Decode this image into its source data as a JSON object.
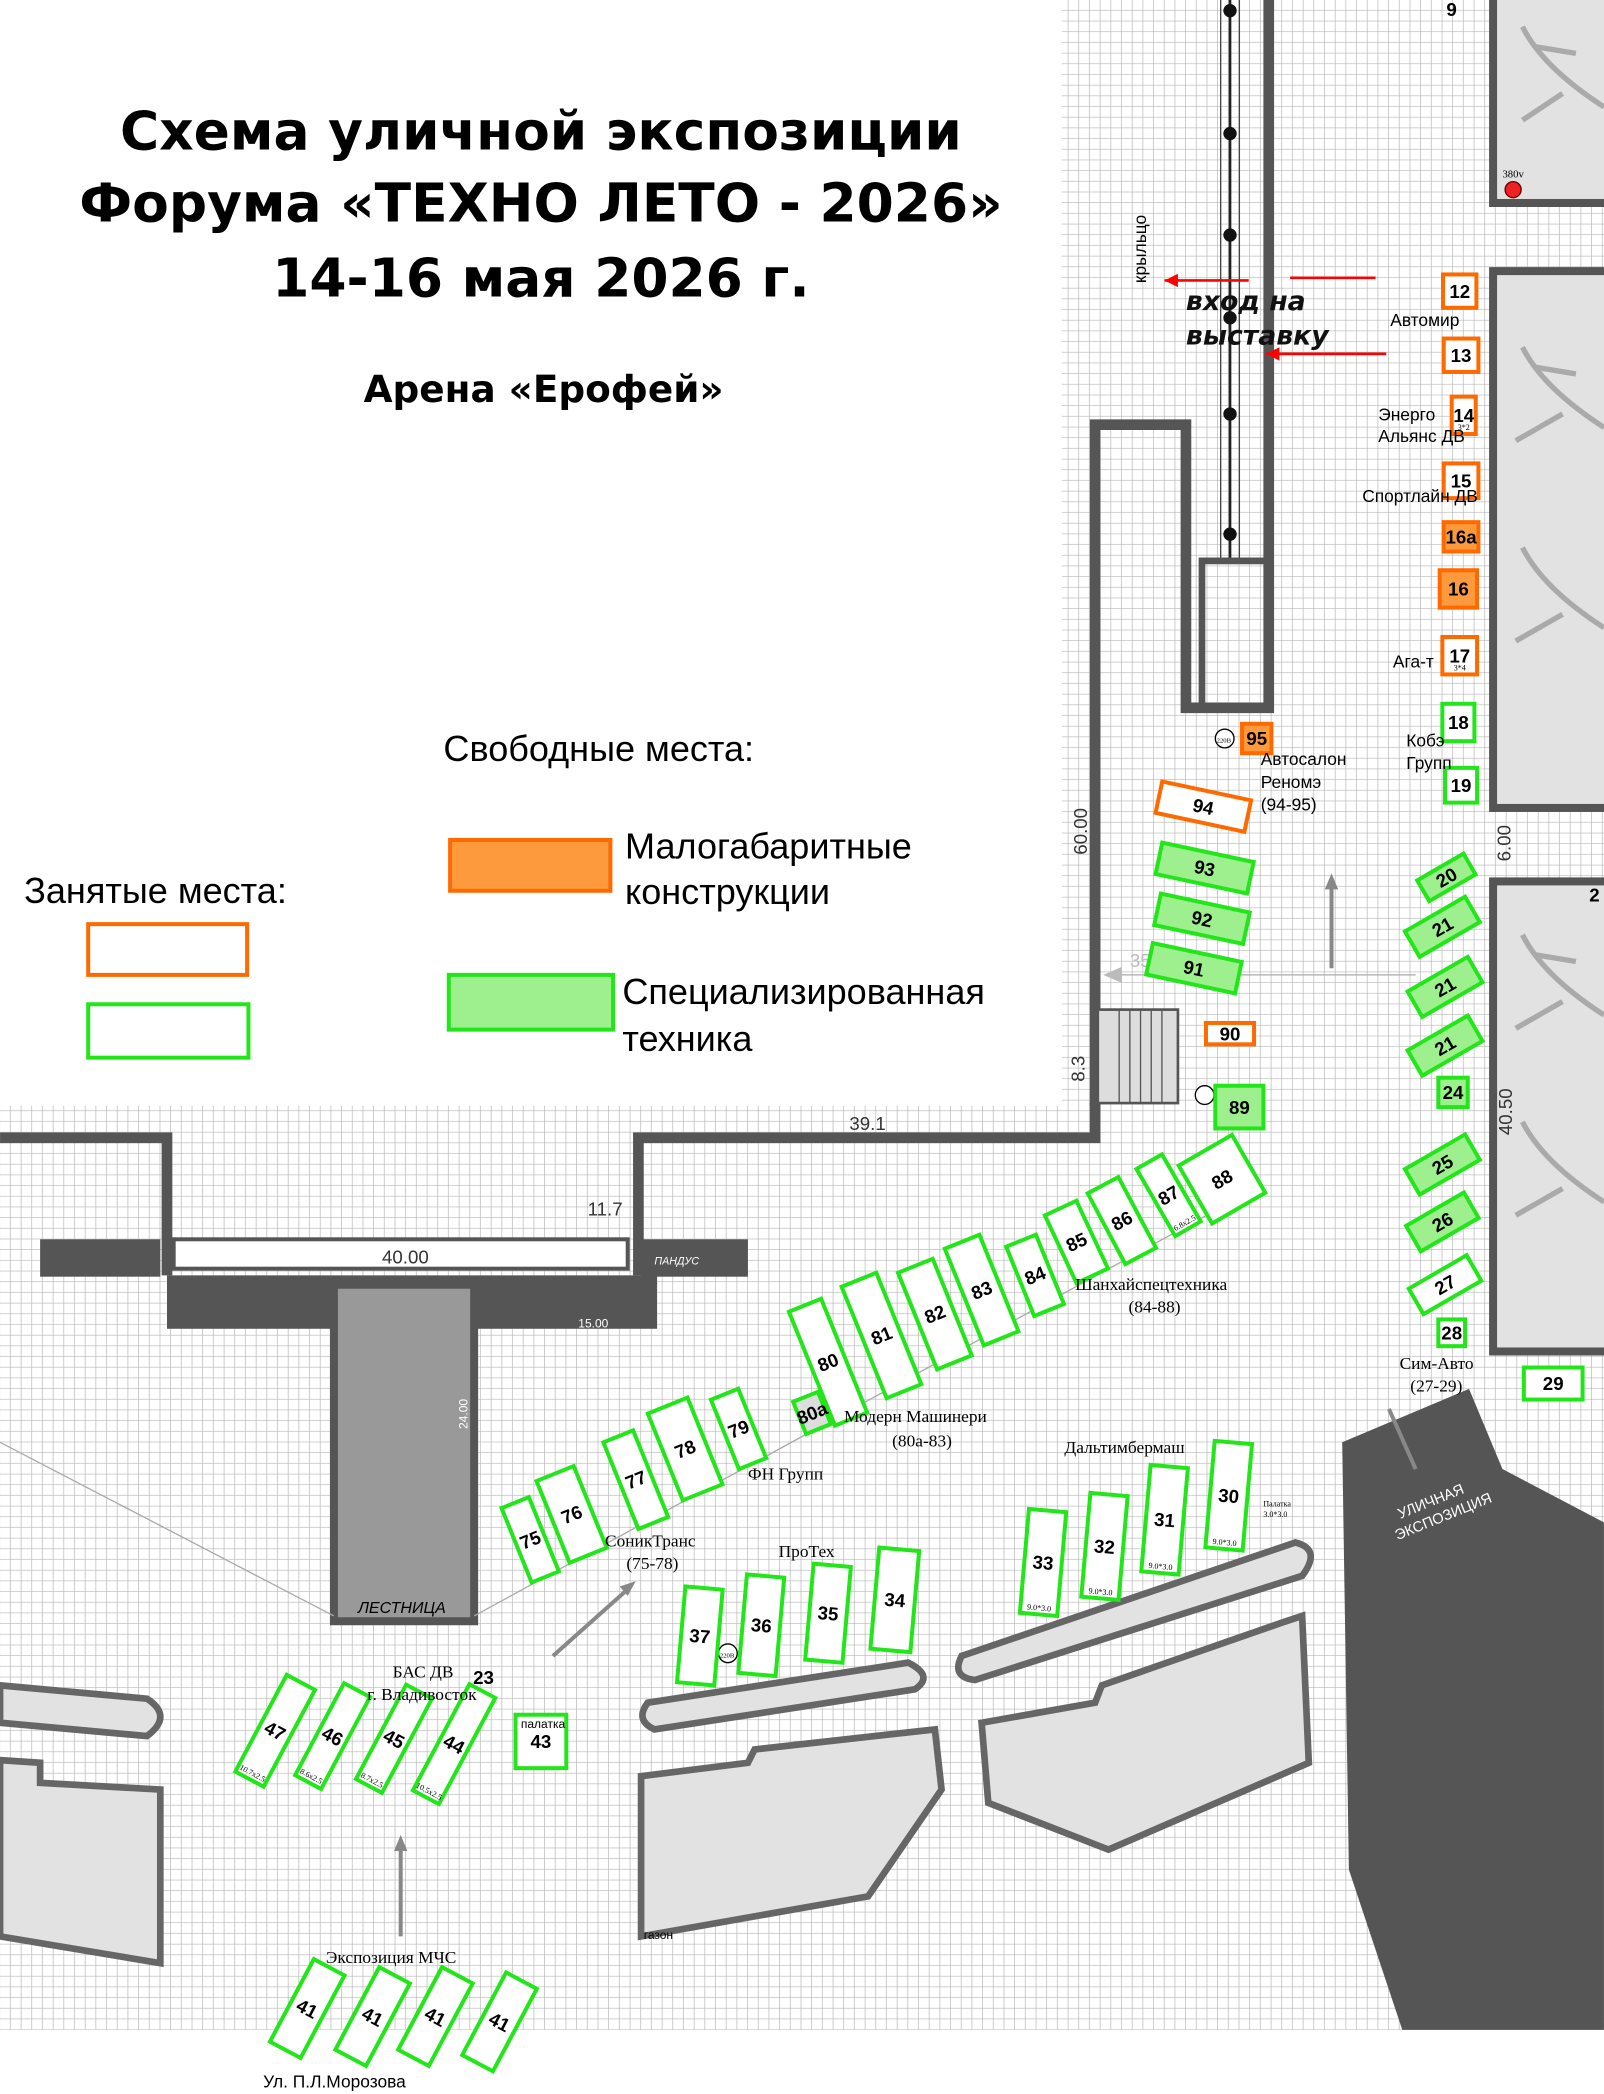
{
  "title": {
    "line1": "Схема уличной экспозиции",
    "line2": "Форума «ТЕХНО ЛЕТО - 2026»",
    "line3": "14-16 мая 2026 г.",
    "venue": "Арена «Ерофей»"
  },
  "legend": {
    "free_heading": "Свободные места:",
    "occupied_heading": "Занятые места:",
    "small_structures_1": "Малогабаритные",
    "small_structures_2": "конструкции",
    "special_equipment_1": "Специализированная",
    "special_equipment_2": "техника"
  },
  "colors": {
    "orange": "#ff6a00",
    "orange_fill": "#fd9a3d",
    "green": "#22e61a",
    "green_fill": "#9ef08f",
    "wall": "#555555",
    "grid": "#b5b5b5"
  },
  "labels": {
    "entry_1": "вход на",
    "entry_2": "выставку",
    "porch": "крыльцо",
    "ramp": "ПАНДУС",
    "stairs": "ЛЕСТНИЦА",
    "street_expo_1": "УЛИЧНАЯ",
    "street_expo_2": "ЭКСПОЗИЦИЯ",
    "lawn": "газон",
    "street": "Ул. П.Л.Морозова",
    "power": "380v",
    "socket": "220В",
    "top_num": "9",
    "edge_num": "2",
    "tent": "палатка",
    "tent_small_1": "Палатка",
    "tent_small_2": "3.0*3.0"
  },
  "dimensions": {
    "d60": "60.00",
    "d8_3": "8.3",
    "d39_1": "39.1",
    "d11_7": "11.7",
    "d40": "40.00",
    "d15": "15.00",
    "d24": "24.00",
    "d6": "6.00",
    "d40_5": "40.50",
    "d35": "35"
  },
  "companies": {
    "avtomir": "Автомир",
    "energo_1": "Энерго",
    "energo_2": "Альянс ДВ",
    "sportline": "Спортлайн ДВ",
    "agat": "Ага-т",
    "kobe_1": "Кобэ",
    "kobe_2": "Групп",
    "renome_1": "Автосалон",
    "renome_2": "Реномэ",
    "renome_3": "(94-95)",
    "shanghai_1": "Шанхайспецтехника",
    "shanghai_2": "(84-88)",
    "simavto_1": "Сим-Авто",
    "simavto_2": "(27-29)",
    "modern_1": "Модерн Машинери",
    "modern_2": "(80а-83)",
    "fn": "ФН Групп",
    "sonic_1": "СоникТранс",
    "sonic_2": "(75-78)",
    "protech": "ПроТех",
    "dalti": "Дальтимбермаш",
    "bas": "БАС ДВ",
    "vlad": "г. Владивосток",
    "mchs": "Экспозиция МЧС"
  },
  "booths": [
    {
      "id": "12",
      "kind": "occupied-orange"
    },
    {
      "id": "13",
      "kind": "occupied-orange"
    },
    {
      "id": "14",
      "kind": "occupied-orange",
      "note": "3*2"
    },
    {
      "id": "15",
      "kind": "occupied-orange"
    },
    {
      "id": "16а",
      "kind": "free-small"
    },
    {
      "id": "16",
      "kind": "free-small"
    },
    {
      "id": "17",
      "kind": "occupied-orange",
      "note": "3*4"
    },
    {
      "id": "18",
      "kind": "occupied-green"
    },
    {
      "id": "19",
      "kind": "occupied-green"
    },
    {
      "id": "95",
      "kind": "free-small"
    },
    {
      "id": "94",
      "kind": "occupied-orange"
    },
    {
      "id": "93",
      "kind": "free-special"
    },
    {
      "id": "92",
      "kind": "free-special"
    },
    {
      "id": "91",
      "kind": "free-special"
    },
    {
      "id": "90",
      "kind": "occupied-orange"
    },
    {
      "id": "89",
      "kind": "free-special"
    },
    {
      "id": "88",
      "kind": "occupied-green"
    },
    {
      "id": "87",
      "kind": "occupied-green",
      "note": "6.8x2.5"
    },
    {
      "id": "86",
      "kind": "occupied-green"
    },
    {
      "id": "85",
      "kind": "occupied-green"
    },
    {
      "id": "84",
      "kind": "occupied-green"
    },
    {
      "id": "83",
      "kind": "occupied-green"
    },
    {
      "id": "82",
      "kind": "occupied-green"
    },
    {
      "id": "81",
      "kind": "occupied-green"
    },
    {
      "id": "80",
      "kind": "occupied-green"
    },
    {
      "id": "80а",
      "kind": "occupied-gray"
    },
    {
      "id": "79",
      "kind": "occupied-green"
    },
    {
      "id": "78",
      "kind": "occupied-green"
    },
    {
      "id": "77",
      "kind": "occupied-green"
    },
    {
      "id": "76",
      "kind": "occupied-green"
    },
    {
      "id": "75",
      "kind": "occupied-green"
    },
    {
      "id": "37",
      "kind": "occupied-green"
    },
    {
      "id": "36",
      "kind": "occupied-green"
    },
    {
      "id": "35",
      "kind": "occupied-green"
    },
    {
      "id": "34",
      "kind": "occupied-green"
    },
    {
      "id": "33",
      "kind": "occupied-green",
      "note": "9.0*3.0"
    },
    {
      "id": "32",
      "kind": "occupied-green",
      "note": "9.0*3.0"
    },
    {
      "id": "31",
      "kind": "occupied-green",
      "note": "9.0*3.0"
    },
    {
      "id": "30",
      "kind": "occupied-green",
      "note": "9.0*3.0"
    },
    {
      "id": "47",
      "kind": "occupied-green",
      "note": "10.7x2.5"
    },
    {
      "id": "46",
      "kind": "occupied-green",
      "note": "8.6x2.5"
    },
    {
      "id": "45",
      "kind": "occupied-green",
      "note": "8.7x2.5"
    },
    {
      "id": "44",
      "kind": "occupied-green",
      "note": "10.5x2.5"
    },
    {
      "id": "43",
      "kind": "occupied-green"
    },
    {
      "id": "41",
      "kind": "occupied-green"
    },
    {
      "id": "41",
      "kind": "occupied-green"
    },
    {
      "id": "41",
      "kind": "occupied-green"
    },
    {
      "id": "41",
      "kind": "occupied-green"
    },
    {
      "id": "29",
      "kind": "occupied-green"
    },
    {
      "id": "28",
      "kind": "occupied-green"
    },
    {
      "id": "27",
      "kind": "occupied-green"
    },
    {
      "id": "26",
      "kind": "free-special"
    },
    {
      "id": "25",
      "kind": "free-special"
    },
    {
      "id": "24",
      "kind": "free-special"
    },
    {
      "id": "21",
      "kind": "free-special"
    },
    {
      "id": "21",
      "kind": "free-special"
    },
    {
      "id": "21",
      "kind": "free-special"
    },
    {
      "id": "20",
      "kind": "free-special"
    },
    {
      "id": "23",
      "kind": "label-only"
    }
  ]
}
